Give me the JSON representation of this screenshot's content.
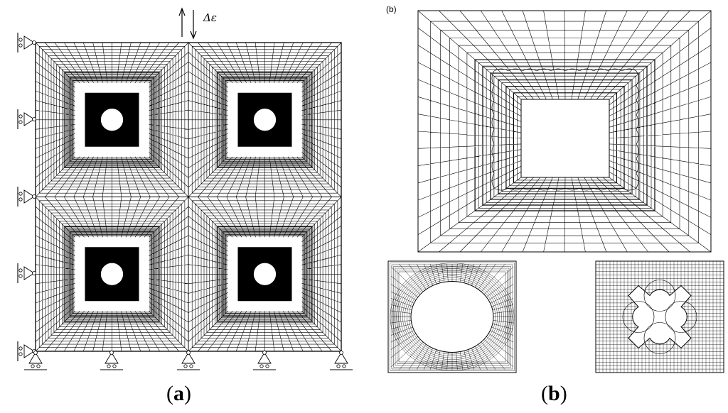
{
  "panel_a": {
    "caption_open": "(",
    "caption_letter": "a",
    "caption_close": ")",
    "load_label": "Δε",
    "holes": 4,
    "hole_shape": "circle"
  },
  "panel_b": {
    "tag": "(b)",
    "caption_open": "(",
    "caption_letter": "b",
    "caption_close": ")",
    "insets": [
      "square-hole-mesh",
      "elliptical-hole-mesh",
      "star-hole-mesh"
    ]
  },
  "colors": {
    "line": "#000000",
    "background": "#ffffff"
  }
}
